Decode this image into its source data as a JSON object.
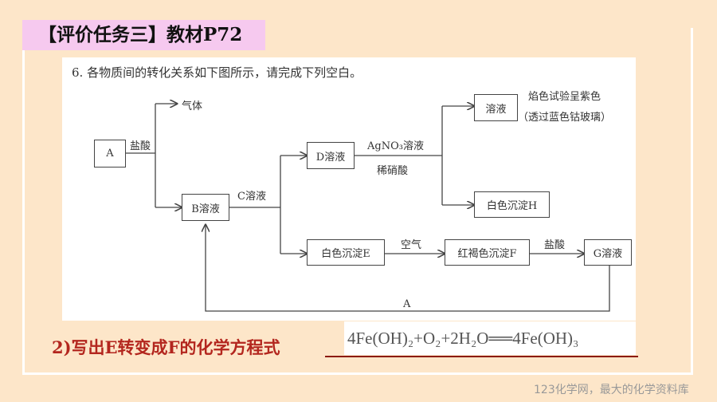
{
  "title": "【评价任务三】教材P72",
  "question": "6. 各物质间的转化关系如下图所示，请完成下列空白。",
  "diagram": {
    "A": "A",
    "B": "B溶液",
    "D": "D溶液",
    "solution": "溶液",
    "H": "白色沉淀H",
    "E": "白色沉淀E",
    "F": "红褐色沉淀F",
    "G": "G溶液",
    "gas": "气体",
    "hcl1": "盐酸",
    "c_sol": "C溶液",
    "agno3": "AgNO₃溶液",
    "hno3": "稀硝酸",
    "flame": "焰色试验呈紫色",
    "cobalt": "（透过蓝色钴玻璃）",
    "air": "空气",
    "hcl2": "盐酸",
    "back": "A"
  },
  "prompt": "2)写出E转变成F的化学方程式",
  "answer": "4Fe(OH)₂+O₂+2H₂O══4Fe(OH)₃",
  "watermark": "123化学网，最大的化学资料库"
}
